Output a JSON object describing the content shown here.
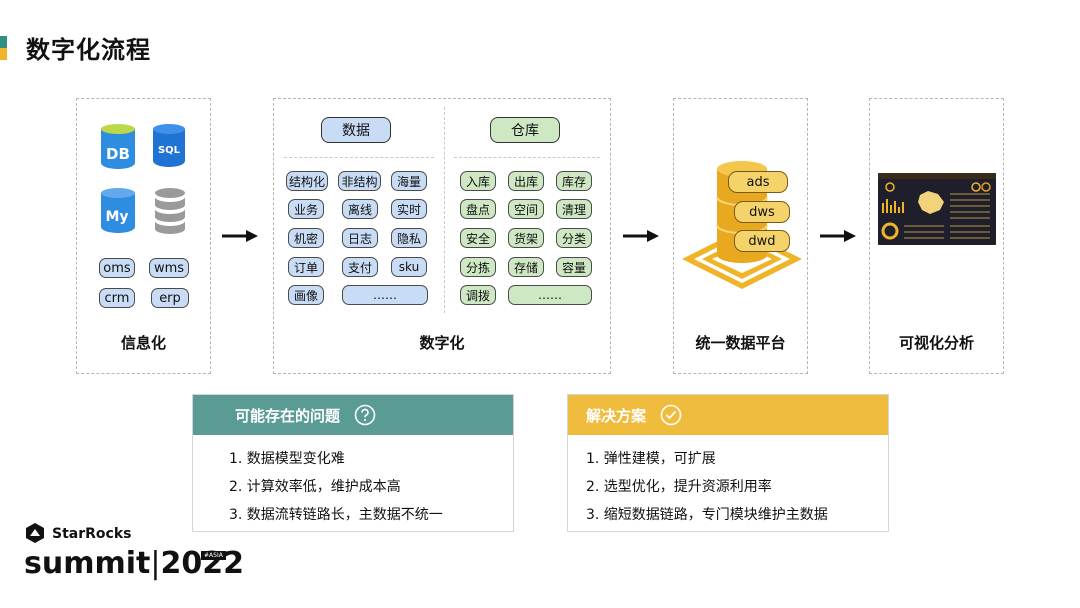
{
  "title": "数字化流程",
  "colors": {
    "teal": "#5a9c95",
    "gold": "#f0bc3d",
    "blue_pill": "#c9dcf5",
    "green_pill": "#cfe8c4"
  },
  "stages": {
    "info": {
      "caption": "信息化",
      "icons": [
        {
          "name": "db-icon",
          "label": "DB"
        },
        {
          "name": "sql-icon",
          "label": "SQL"
        },
        {
          "name": "mysql-icon",
          "label": "My"
        },
        {
          "name": "database-gray-icon",
          "label": ""
        }
      ],
      "systems": [
        "oms",
        "wms",
        "crm",
        "erp"
      ]
    },
    "digital": {
      "caption": "数字化",
      "data_header": "数据",
      "warehouse_header": "仓库",
      "data_tags": [
        "结构化",
        "非结构",
        "海量",
        "业务",
        "离线",
        "实时",
        "机密",
        "日志",
        "隐私",
        "订单",
        "支付",
        "sku",
        "画像",
        "……"
      ],
      "warehouse_tags": [
        "入库",
        "出库",
        "库存",
        "盘点",
        "空间",
        "清理",
        "安全",
        "货架",
        "分类",
        "分拣",
        "存储",
        "容量",
        "调拨",
        "……"
      ]
    },
    "platform": {
      "caption": "统一数据平台",
      "layers": [
        "ads",
        "dws",
        "dwd"
      ]
    },
    "viz": {
      "caption": "可视化分析"
    }
  },
  "problems": {
    "header": "可能存在的问题",
    "icon": "question-circle-icon",
    "items": [
      "1.  数据模型变化难",
      "2.  计算效率低，维护成本高",
      "3.  数据流转链路长，主数据不统一"
    ]
  },
  "solutions": {
    "header": "解决方案",
    "icon": "check-circle-icon",
    "items": [
      "1.  弹性建模，可扩展",
      "2.  选型优化，提升资源利用率",
      "3.  缩短数据链路，专门模块维护主数据"
    ]
  },
  "logo": {
    "brand": "StarRocks",
    "event": "summit",
    "year": "2022",
    "tag": "#ASIA"
  }
}
